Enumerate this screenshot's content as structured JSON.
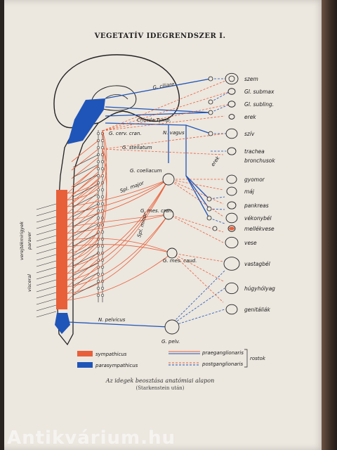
{
  "title": "VEGETATÍV IDEGRENDSZER I.",
  "caption": "Az idegek beosztása anatómiai alapon",
  "caption_sub": "(Starkenstein után)",
  "watermark": "Antikvárium.hu",
  "colors": {
    "sympathetic": "#e8603a",
    "parasympathetic": "#1f55b8",
    "paper": "#ece7df",
    "ink": "#1a1a1a"
  },
  "organs": [
    {
      "label": "szem",
      "icon": "eye-icon"
    },
    {
      "label": "Gl. submax",
      "icon": "gland-icon"
    },
    {
      "label": "Gl. subling.",
      "icon": "gland-icon"
    },
    {
      "label": "erek",
      "icon": "vessel-icon"
    },
    {
      "label": "szív",
      "icon": "heart-icon"
    },
    {
      "label": "trachea",
      "icon": "trachea-icon"
    },
    {
      "label": "bronchusok",
      "icon": "bronchi-icon"
    },
    {
      "label": "gyomor",
      "icon": "stomach-icon"
    },
    {
      "label": "máj",
      "icon": "liver-icon"
    },
    {
      "label": "pankreas",
      "icon": "pancreas-icon"
    },
    {
      "label": "vékonybél",
      "icon": "intestine-icon"
    },
    {
      "label": "mellékvese",
      "icon": "adrenal-icon"
    },
    {
      "label": "vese",
      "icon": "kidney-icon"
    },
    {
      "label": "vastagbél",
      "icon": "colon-icon"
    },
    {
      "label": "húgyhólyag",
      "icon": "bladder-icon"
    },
    {
      "label": "genitáliák",
      "icon": "genitals-icon"
    }
  ],
  "nerve_labels": {
    "g_ciliare": "G. ciliare",
    "chorda_tymp": "Chorda Tymp.",
    "n_vagus": "N. vagus",
    "g_cerv_cran": "G. cerv. cran.",
    "g_stellatum": "G. stellatum",
    "g_coeliacum": "G. coeliacum",
    "spl_major": "Spl. major",
    "spl_minor": "Spl. minor",
    "g_mes_cran": "G. mes. cran.",
    "g_mes_caud": "G. mes. caud.",
    "n_pelvicus": "N. pelvicus",
    "g_pelv": "G. pelv.",
    "erek_small": "erek"
  },
  "vertical_labels": {
    "v1": "paraver",
    "v2": "visceral",
    "v3": "verejtékmirigyek"
  },
  "legend": {
    "sympathicus": "sympathicus",
    "parasympathicus": "parasympathicus",
    "praeganglionaris": "praeganglionaris",
    "postganglionaris": "postganglionaris",
    "rostok": "rostok"
  }
}
